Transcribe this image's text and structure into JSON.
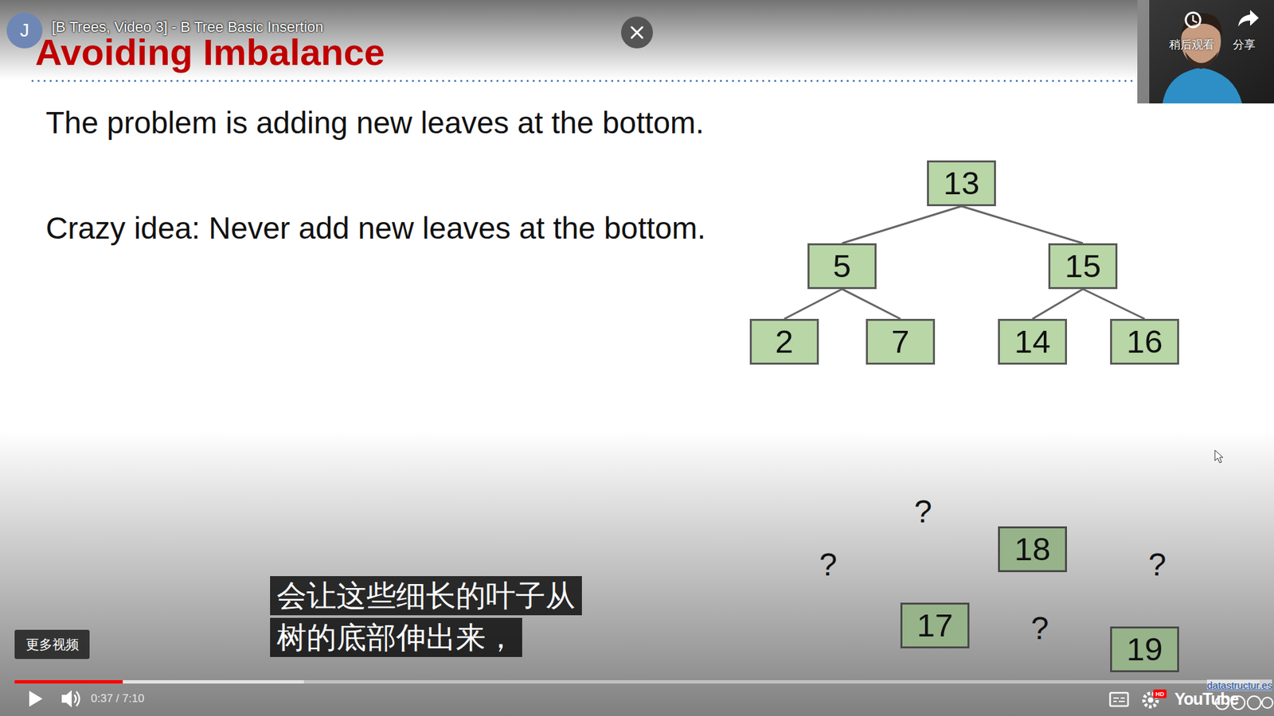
{
  "diagram": {
    "title": "Avoiding Imbalance",
    "nodes": [
      {
        "text": [
          "13"
        ]
      },
      {
        "text": [
          "5"
        ]
      },
      {
        "text": [
          "15"
        ]
      },
      {
        "text": [
          "2"
        ]
      },
      {
        "text": [
          "7"
        ]
      },
      {
        "text": [
          "14"
        ]
      },
      {
        "text": [
          "16"
        ]
      },
      {
        "text": [
          "18"
        ]
      },
      {
        "text": [
          "17"
        ]
      },
      {
        "text": [
          "19"
        ]
      }
    ],
    "edges": [
      {
        "from": 0,
        "to": 1,
        "arrow": "none"
      },
      {
        "from": 0,
        "to": 2,
        "arrow": "none"
      },
      {
        "from": 1,
        "to": 3,
        "arrow": "none"
      },
      {
        "from": 1,
        "to": 4,
        "arrow": "none"
      },
      {
        "from": 2,
        "to": 5,
        "arrow": "none"
      },
      {
        "from": 2,
        "to": 6,
        "arrow": "none"
      }
    ],
    "labels": [
      "J",
      "[B Trees, Video 3] - B Tree Basic Insertion",
      "稍后观看",
      "分享",
      "The problem is adding new leaves at the bottom.",
      "Crazy idea: Never add new leaves at the bottom.",
      "?",
      "?",
      "?",
      "?",
      "会让这些细长的叶子从 树的底部伸出来，",
      "更多视频",
      "0:37 / 7:10",
      "HD",
      "YouTube",
      "datastructur.es"
    ]
  }
}
